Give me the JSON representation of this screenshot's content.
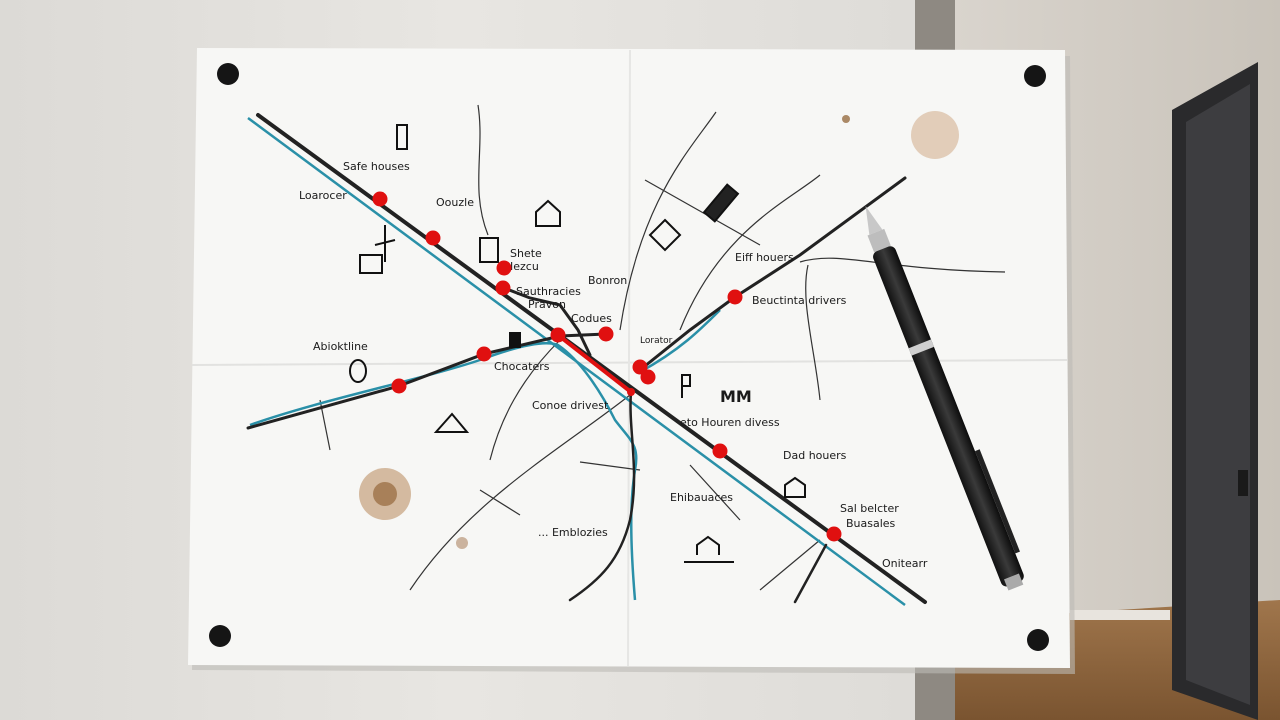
{
  "map": {
    "labels": [
      {
        "text": "Safe houses"
      },
      {
        "text": "Loarocer"
      },
      {
        "text": "Oouzle"
      },
      {
        "text": "Shete"
      },
      {
        "text": "Iezcu"
      },
      {
        "text": "Bonron"
      },
      {
        "text": "Sauthracies"
      },
      {
        "text": "Pravon"
      },
      {
        "text": "Codues"
      },
      {
        "text": "Lorator"
      },
      {
        "text": "MM"
      },
      {
        "text": "Abioktline"
      },
      {
        "text": "Chocaters"
      },
      {
        "text": "Conoe drivest"
      },
      {
        "text": "eto Houren divess"
      },
      {
        "text": "Eiff houers"
      },
      {
        "text": "Beuctinta drivers"
      },
      {
        "text": "Dad houers"
      },
      {
        "text": "Sal belcter"
      },
      {
        "text": "Buasales"
      },
      {
        "text": "Ehibauaces"
      },
      {
        "text": "... Emblozies"
      },
      {
        "text": "Onitearr"
      }
    ],
    "colors": {
      "markers": "#e01010",
      "river": "#2a90a8",
      "road": "#222222",
      "paper": "#f7f7f5",
      "wall": "#e4e2de"
    }
  }
}
